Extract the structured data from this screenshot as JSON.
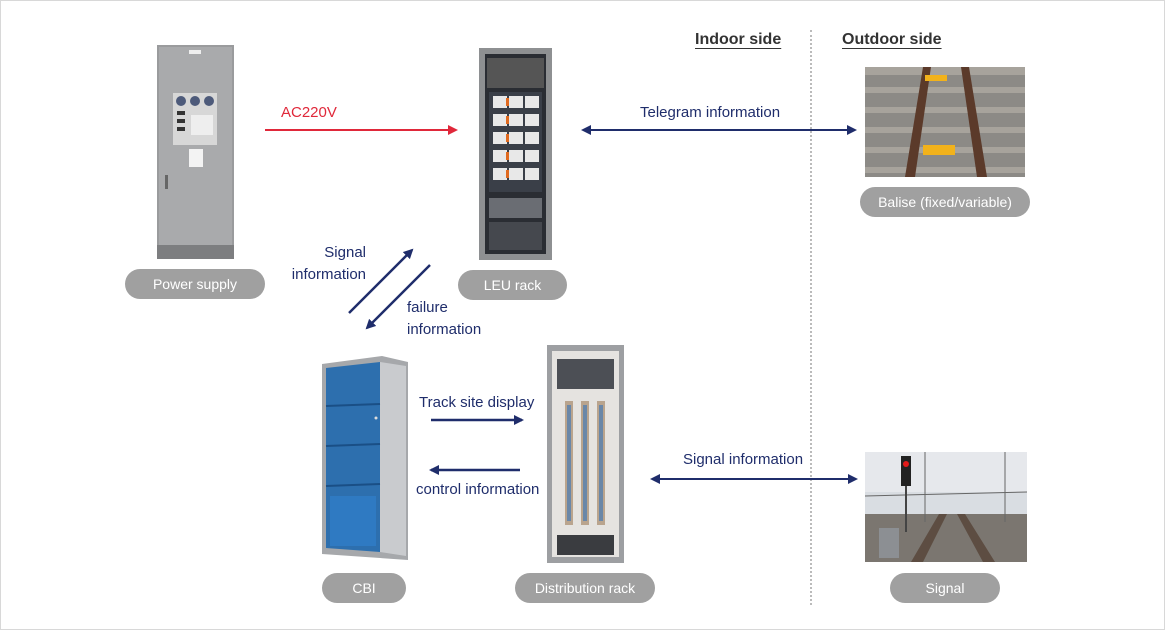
{
  "headers": {
    "indoor": "Indoor side",
    "outdoor": "Outdoor side"
  },
  "labels": {
    "power_supply": "Power supply",
    "leu_rack": "LEU rack",
    "balise": "Balise (fixed/variable)",
    "cbi": "CBI",
    "distribution_rack": "Distribution rack",
    "signal": "Signal"
  },
  "flows": {
    "ac220v": "AC220V",
    "telegram": "Telegram information",
    "signal_info_line1": "Signal",
    "signal_info_line2": "information",
    "failure_line1": "failure",
    "failure_line2": "information",
    "track_site_display": "Track site display",
    "control_information": "control information",
    "signal_information": "Signal information"
  },
  "colors": {
    "navy_arrow": "#1f2d6b",
    "red_arrow": "#e0283a",
    "pill": "#a0a0a0"
  }
}
